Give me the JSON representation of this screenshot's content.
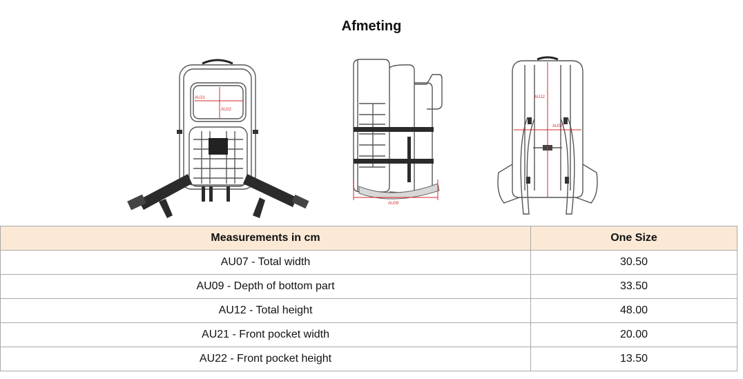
{
  "page": {
    "title": "Afmeting"
  },
  "figures": {
    "front_labels": [
      "AU21",
      "AU22"
    ],
    "side_labels": [
      "AU09"
    ],
    "back_labels": [
      "AU12",
      "AU07"
    ]
  },
  "table": {
    "headers": [
      "Measurements in cm",
      "One Size"
    ],
    "rows": [
      [
        "AU07 - Total width",
        "30.50"
      ],
      [
        "AU09 - Depth of bottom part",
        "33.50"
      ],
      [
        "AU12 - Total height",
        "48.00"
      ],
      [
        "AU21 - Front pocket width",
        "20.00"
      ],
      [
        "AU22 - Front pocket height",
        "13.50"
      ]
    ]
  },
  "colors": {
    "header_bg": "#fbe9d6",
    "border": "#a8a8a8",
    "measure_red": "#d9262c"
  }
}
